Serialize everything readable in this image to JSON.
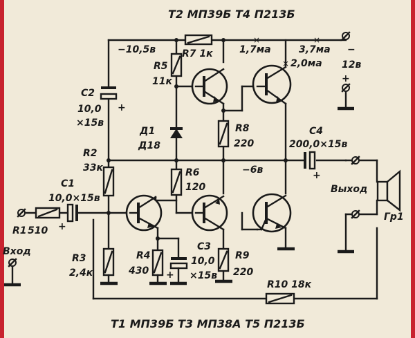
{
  "transistors_top": "Т2 МП39Б    Т4 П213Б",
  "transistors_bottom": "Т1 МП39Б  Т3 МП38А    Т5 П213Б",
  "r7": "R7 1к",
  "r5": "R5",
  "r5_val": "11к",
  "c2": "C2",
  "c2_val": "10,0",
  "c2_volt": "×15в",
  "d1": "Д1",
  "d1_val": "Д18",
  "r8": "R8",
  "r8_val": "220",
  "r2": "R2",
  "r2_val": "33к",
  "r6": "R6",
  "r6_val": "120",
  "c1": "C1",
  "c1_val": "10,0×15в",
  "r1": "R1",
  "r1_val": "510",
  "c4": "C4",
  "c4_val": "200,0×15в",
  "v_top": "−10,5в",
  "i1": "1,7ма",
  "i2": "3,7ма",
  "i3": "2,0ма",
  "supply": "12в",
  "supply_minus": "−",
  "supply_plus": "+",
  "v_mid": "−6в",
  "output": "Выход",
  "speaker": "Гр1",
  "input": "Вход",
  "r3": "R3",
  "r3_val": "2,4к",
  "r4": "R4",
  "r4_val": "430",
  "c3": "C3",
  "c3_val": "10,0",
  "c3_volt": "×15в",
  "r9": "R9",
  "r9_val": "220",
  "r10": "R10 18к"
}
